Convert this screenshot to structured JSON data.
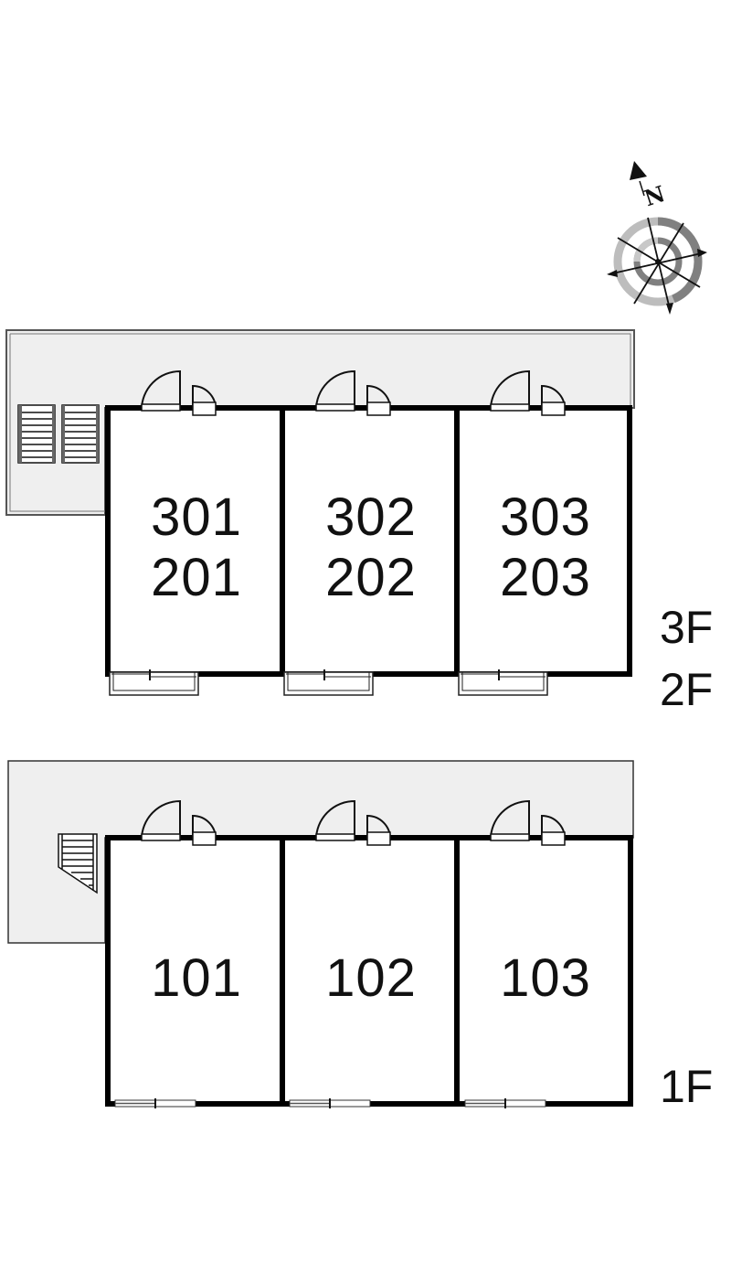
{
  "compass": {
    "north_label": "N",
    "icon": "compass-rose-icon"
  },
  "buildings": [
    {
      "floors_label_top": "3F",
      "floors_label_bottom": "2F",
      "units": [
        {
          "upper": "301",
          "lower": "201"
        },
        {
          "upper": "302",
          "lower": "202"
        },
        {
          "upper": "303",
          "lower": "203"
        }
      ],
      "stairs": "double-straight-stairs"
    },
    {
      "floors_label": "1F",
      "units": [
        {
          "label": "101"
        },
        {
          "label": "102"
        },
        {
          "label": "103"
        }
      ],
      "stairs": "stair-base"
    }
  ],
  "colors": {
    "corridor_fill": "#efefef",
    "wall": "#000000",
    "compass_ring_light": "#bdbdbd",
    "compass_ring_dark": "#7a7a7a"
  }
}
